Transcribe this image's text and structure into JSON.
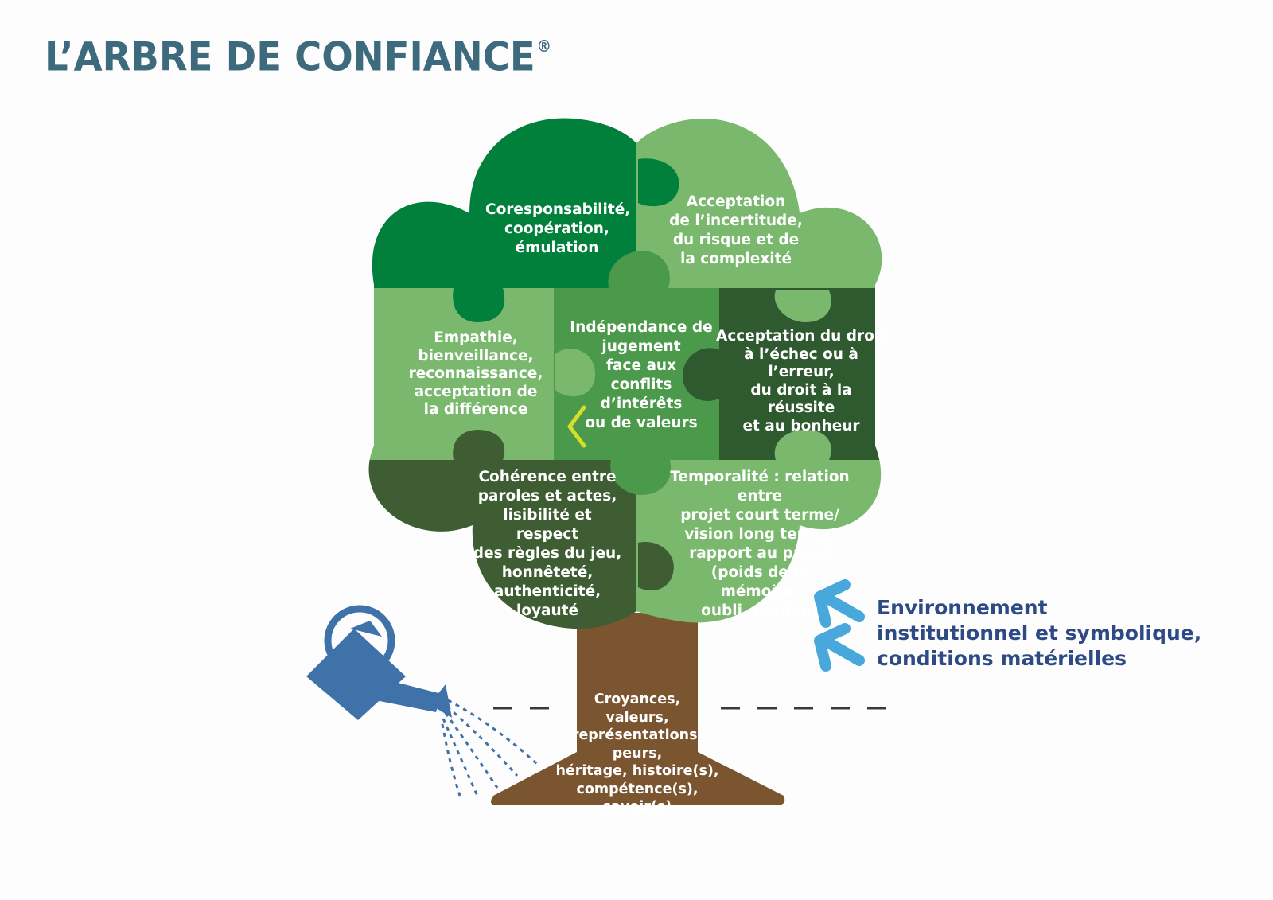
{
  "title": "L’ARBRE DE CONFIANCE",
  "title_mark": "®",
  "pieces": {
    "top_left": "Coresponsabilité,\ncoopération,\némulation",
    "top_right": "Acceptation\nde l’incertitude,\ndu risque et de\nla complexité",
    "middle_left": "Empathie,\nbienveillance,\nreconnaissance,\nacceptation de\nla différence",
    "center": "Indépendance de\njugement\nface aux\nconflits\nd’intérêts\nou de valeurs",
    "middle_right": "Acceptation du droit\nà l’échec ou à\nl’erreur,\ndu droit à la réussite\net au bonheur",
    "bottom_left": "Cohérence entre\nparoles et actes,\nlisibilité et respect\ndes règles du jeu,\nhonnêteté,\nauthenticité,\nloyauté",
    "bottom_right": "Temporalité : relation entre\nprojet court terme/\nvision long terme,\nrapport au passé\n(poids de la\nmémoire,\noubli, pardon)"
  },
  "roots": "Croyances,\nvaleurs,\nreprésentations,\npeurs,\nhéritage, histoire(s),\ncompétence(s), savoir(s)",
  "environment": "Environnement\ninstitutionnel et symbolique,\nconditions matérielles",
  "colors": {
    "title": "#3e6a7e",
    "dark_green": "#00803a",
    "light_green": "#7ab86e",
    "mid_green": "#4b9a4b",
    "forest_green": "#2f5a30",
    "olive_green": "#3f5d33",
    "trunk": "#7b5430",
    "watering_can": "#3f72a8",
    "arrows": "#48a8dc",
    "environment_text": "#2d4a84",
    "chevron": "#d6dd2a"
  },
  "icons": {
    "watering_can": "watering-can-icon",
    "arrows": "double-arrow-icon",
    "chevron": "chevron-left-icon"
  }
}
